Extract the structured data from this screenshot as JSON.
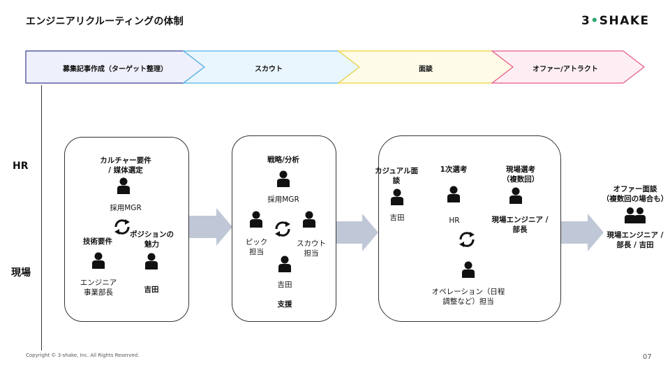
{
  "title": "エンジニアリクルーティングの体制",
  "logo": {
    "prefix": "3",
    "dot": "•",
    "suffix": "SHAKE",
    "accent": "#27a56a"
  },
  "phases": [
    {
      "label": "募集記事作成（ターゲット整理）",
      "fill": "#eef0fb",
      "stroke": "#3a3f8f"
    },
    {
      "label": "スカウト",
      "fill": "#e9f6fd",
      "stroke": "#4fb3e8"
    },
    {
      "label": "面談",
      "fill": "#fefbe8",
      "stroke": "#f2d23a"
    },
    {
      "label": "オファー/アトラクト",
      "fill": "#fdeef4",
      "stroke": "#e8578a"
    }
  ],
  "rows": {
    "hr": "HR",
    "field": "現場"
  },
  "box1": {
    "top_title": "カルチャー要件\n/ 媒体選定",
    "top_person": "採用MGR",
    "left_title": "技術要件",
    "left_person": "エンジニア\n事業部長",
    "right_title": "ポジションの\n魅力",
    "right_person": "吉田"
  },
  "box2": {
    "top_title": "戦略/分析",
    "top_person": "採用MGR",
    "left_person": "ピック\n担当",
    "right_person": "スカウト\n担当",
    "bottom_person": "吉田",
    "bottom_title": "支援"
  },
  "box3": {
    "casual_title": "カジュアル面\n談",
    "casual_person": "吉田",
    "first_title": "1次選考",
    "first_person": "HR",
    "field_title": "現場選考\n（複数回）",
    "field_person": "現場エンジニア /\n部長",
    "ops_person": "オペレーション（日程\n調整など）担当"
  },
  "offer": {
    "title": "オファー面談\n（複数回の場合も）",
    "person": "現場エンジニア /\n部長 / 吉田"
  },
  "footer": {
    "copyright": "Copyright © 3-shake, Inc. All Rights Reserved.",
    "page": "07"
  }
}
